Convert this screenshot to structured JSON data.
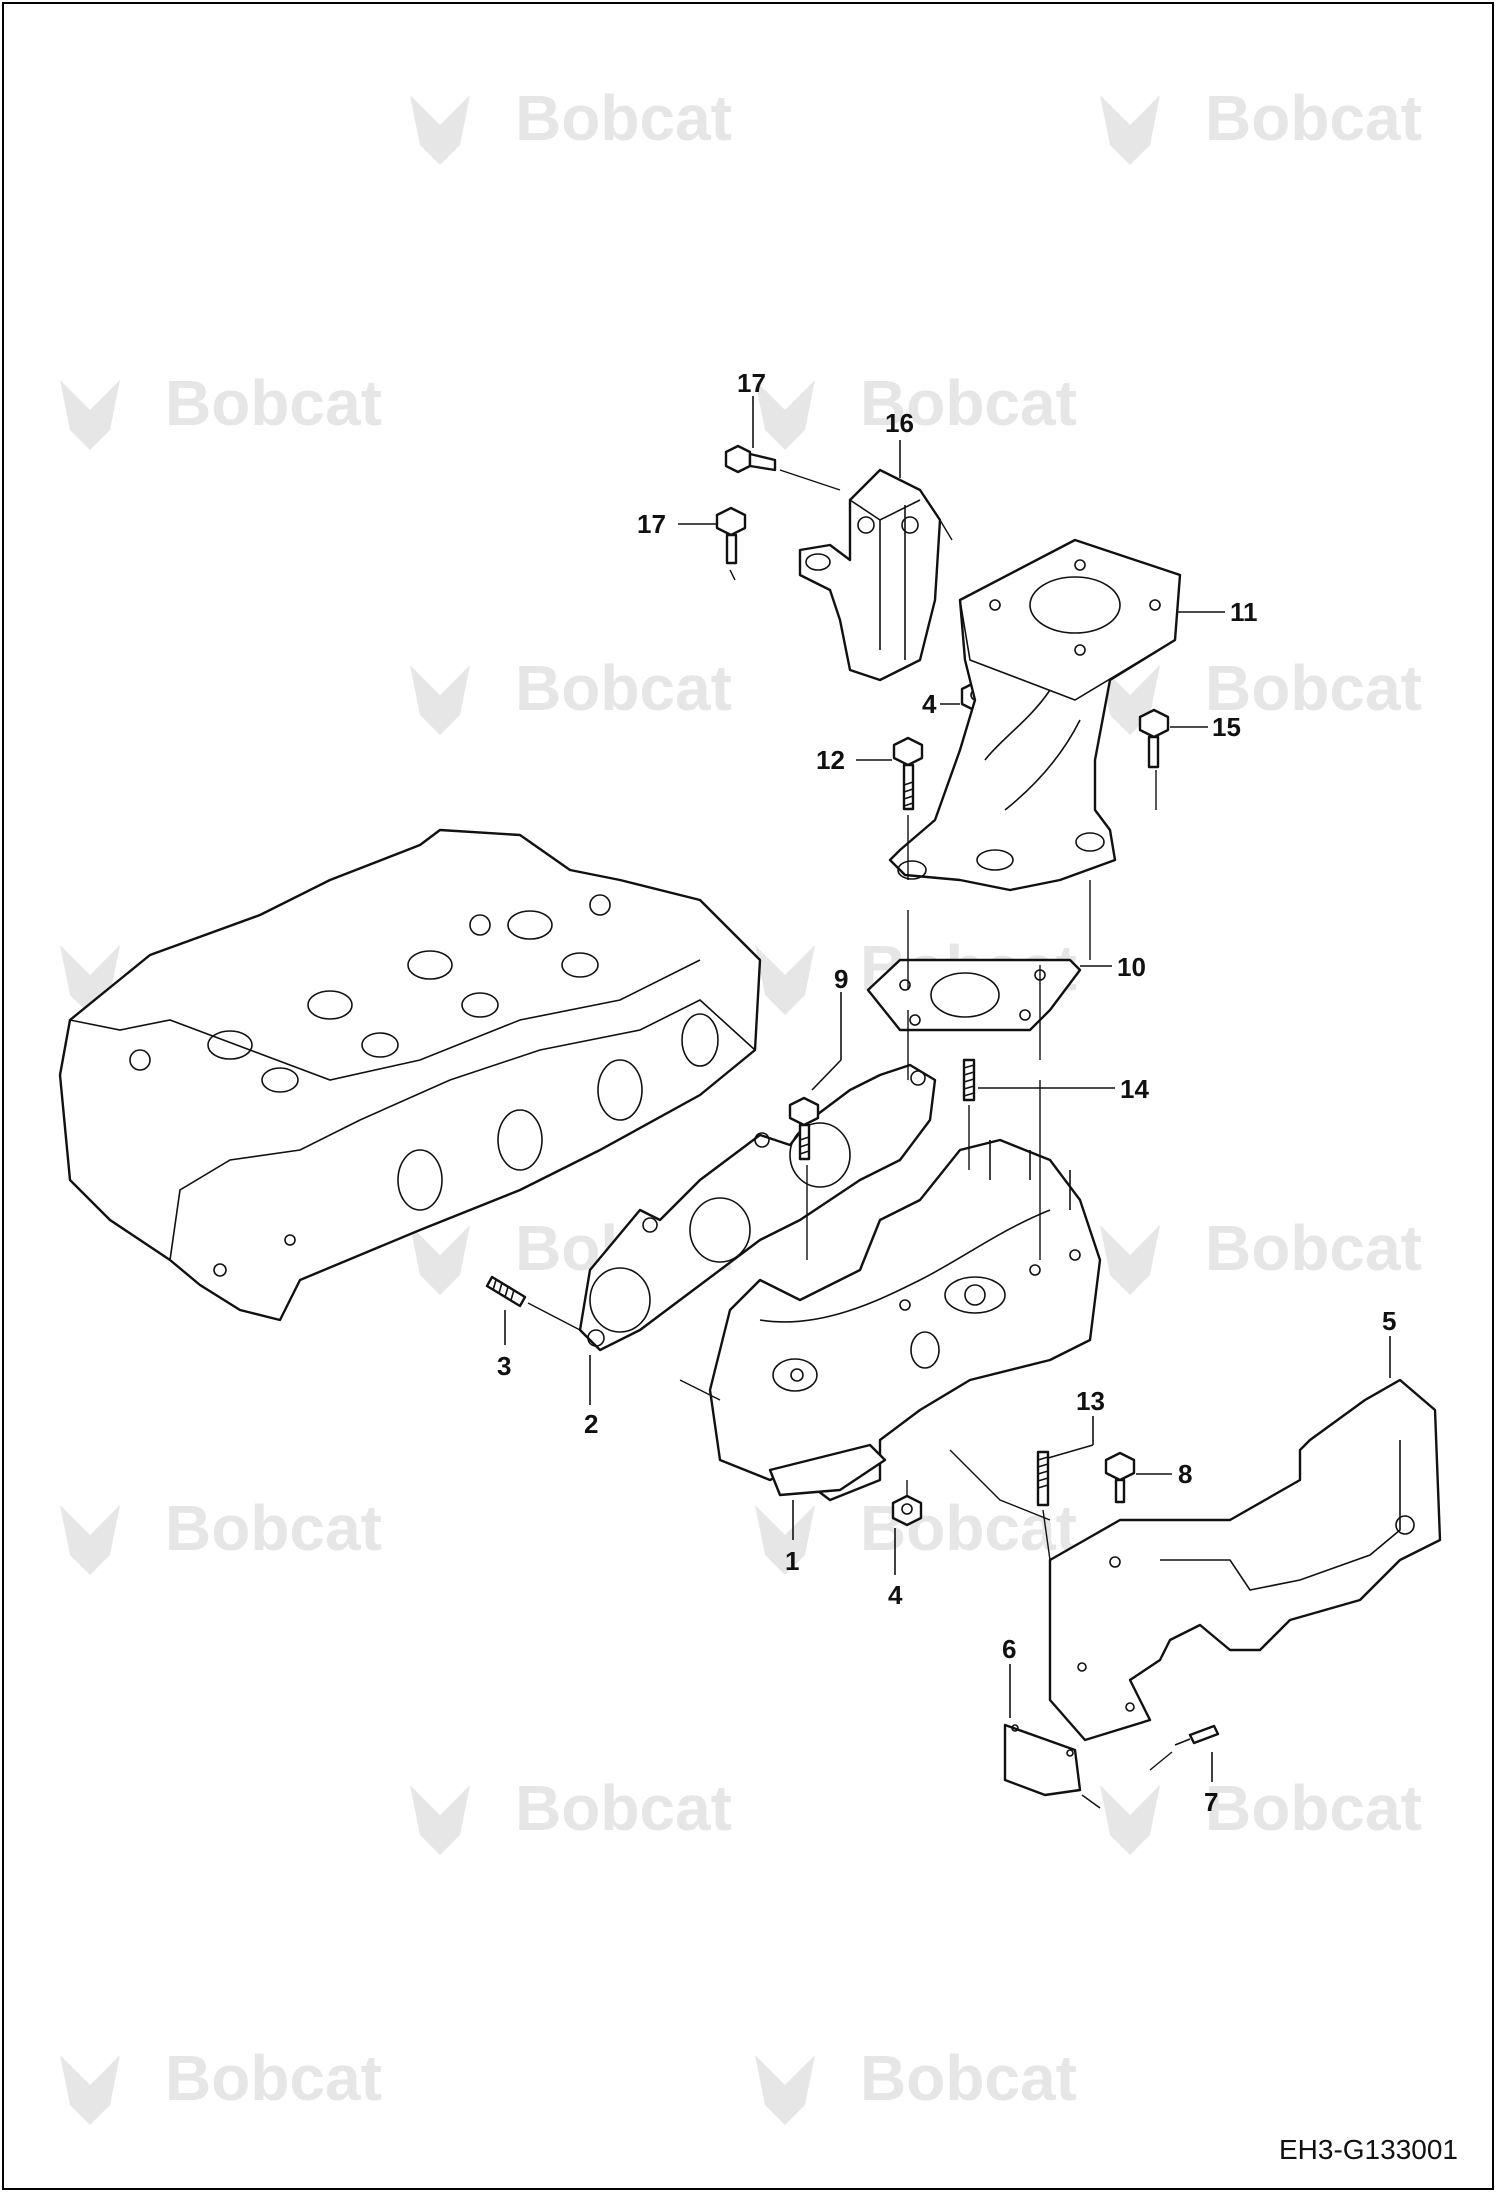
{
  "watermark": {
    "brand": "Bobcat"
  },
  "document_id": "EH3-G133001",
  "callouts": [
    {
      "id": "c1",
      "label": "1",
      "part": "exhaust manifold"
    },
    {
      "id": "c2",
      "label": "2",
      "part": "manifold gasket"
    },
    {
      "id": "c3",
      "label": "3",
      "part": "stud"
    },
    {
      "id": "c4a",
      "label": "4",
      "part": "nut"
    },
    {
      "id": "c4b",
      "label": "4",
      "part": "nut"
    },
    {
      "id": "c5",
      "label": "5",
      "part": "heat shield"
    },
    {
      "id": "c6",
      "label": "6",
      "part": "shield plate"
    },
    {
      "id": "c7",
      "label": "7",
      "part": "rivet"
    },
    {
      "id": "c8",
      "label": "8",
      "part": "bolt"
    },
    {
      "id": "c9",
      "label": "9",
      "part": "bolt"
    },
    {
      "id": "c10",
      "label": "10",
      "part": "elbow gasket"
    },
    {
      "id": "c11",
      "label": "11",
      "part": "exhaust elbow"
    },
    {
      "id": "c12",
      "label": "12",
      "part": "bolt"
    },
    {
      "id": "c13",
      "label": "13",
      "part": "stud"
    },
    {
      "id": "c14",
      "label": "14",
      "part": "stud"
    },
    {
      "id": "c15",
      "label": "15",
      "part": "bolt"
    },
    {
      "id": "c16",
      "label": "16",
      "part": "bracket"
    },
    {
      "id": "c17a",
      "label": "17",
      "part": "bolt"
    },
    {
      "id": "c17b",
      "label": "17",
      "part": "bolt"
    }
  ]
}
